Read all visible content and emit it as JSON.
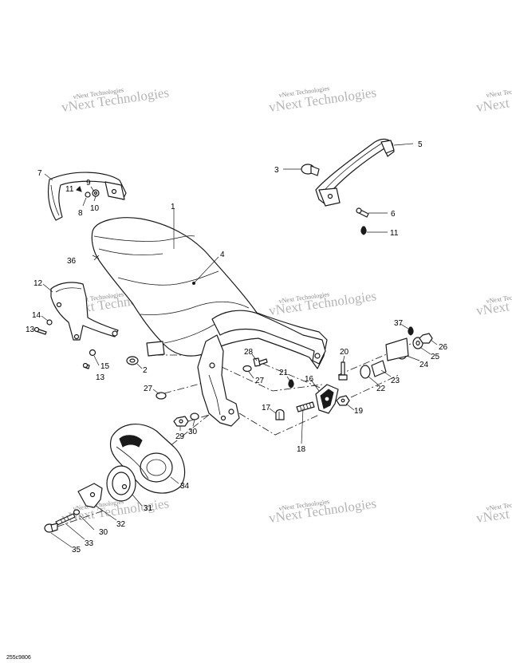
{
  "watermark": {
    "text": "vNext Technologies"
  },
  "drawing_code": "255c9806",
  "callouts": {
    "c1": "1",
    "c2": "2",
    "c3": "3",
    "c4": "4",
    "c5": "5",
    "c6": "6",
    "c7": "7",
    "c8": "8",
    "c9": "9",
    "c10": "10",
    "c11a": "11",
    "c11b": "11",
    "c12": "12",
    "c13a": "13",
    "c13b": "13",
    "c14": "14",
    "c15": "15",
    "c16": "16",
    "c17": "17",
    "c18": "18",
    "c19": "19",
    "c20": "20",
    "c21": "21",
    "c22": "22",
    "c23": "23",
    "c24": "24",
    "c25": "25",
    "c26": "26",
    "c27a": "27",
    "c27b": "27",
    "c28": "28",
    "c29": "29",
    "c30a": "30",
    "c30b": "30",
    "c31": "31",
    "c32": "32",
    "c33": "33",
    "c34": "34",
    "c35": "35",
    "c36": "36",
    "c37": "37"
  },
  "colors": {
    "line": "#1a1a1a",
    "watermark": "#b5b5b5",
    "background": "#ffffff"
  }
}
